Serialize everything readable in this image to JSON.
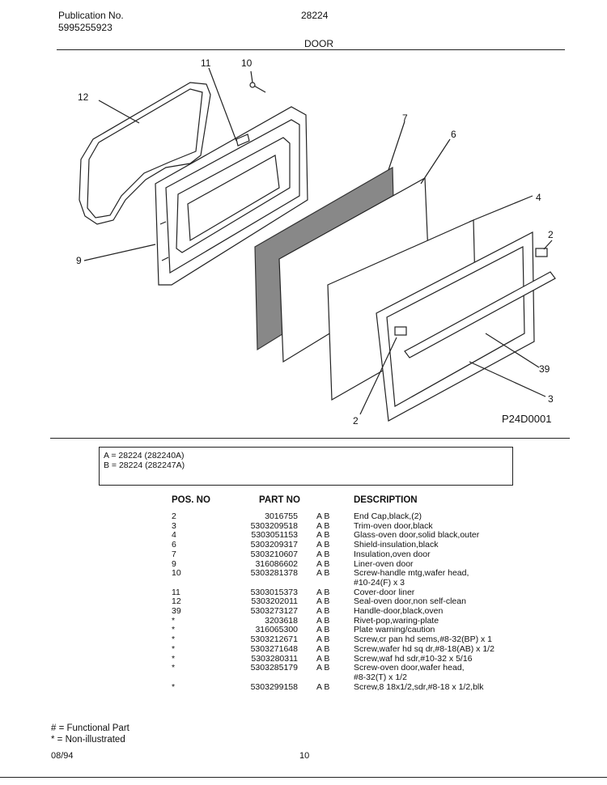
{
  "header": {
    "pub_label": "Publication No.",
    "pub_number": "5995255923",
    "model": "28224",
    "section": "DOOR"
  },
  "diagram": {
    "callouts": [
      "12",
      "11",
      "10",
      "7",
      "6",
      "4",
      "2",
      "9",
      "39",
      "3",
      "2"
    ],
    "figure_code": "P24D0001"
  },
  "model_codes": [
    "A  =  28224 (282240A)",
    "B  =  28224 (282247A)"
  ],
  "table": {
    "headers": {
      "pos": "POS. NO",
      "part": "PART NO",
      "desc": "DESCRIPTION"
    },
    "rows": [
      {
        "pos": "2",
        "part": "3016755",
        "ab": "A  B",
        "desc": "End Cap,black,(2)"
      },
      {
        "pos": "3",
        "part": "5303209518",
        "ab": "A  B",
        "desc": "Trim-oven door,black"
      },
      {
        "pos": "4",
        "part": "5303051153",
        "ab": "A  B",
        "desc": "Glass-oven door,solid black,outer"
      },
      {
        "pos": "6",
        "part": "5303209317",
        "ab": "A  B",
        "desc": "Shield-insulation,black"
      },
      {
        "pos": "7",
        "part": "5303210607",
        "ab": "A  B",
        "desc": "Insulation,oven door"
      },
      {
        "pos": "9",
        "part": "316086602",
        "ab": "A  B",
        "desc": "Liner-oven door"
      },
      {
        "pos": "10",
        "part": "5303281378",
        "ab": "A  B",
        "desc": "Screw-handle mtg,wafer head,"
      },
      {
        "pos": "",
        "part": "",
        "ab": "",
        "desc": "#10-24(F) x 3"
      },
      {
        "pos": "11",
        "part": "5303015373",
        "ab": "A  B",
        "desc": "Cover-door liner"
      },
      {
        "pos": "12",
        "part": "5303202011",
        "ab": "A  B",
        "desc": "Seal-oven door,non self-clean"
      },
      {
        "pos": "39",
        "part": "5303273127",
        "ab": "A  B",
        "desc": "Handle-door,black,oven"
      },
      {
        "pos": "*",
        "part": "3203618",
        "ab": "A  B",
        "desc": "Rivet-pop,waring-plate"
      },
      {
        "pos": "*",
        "part": "316065300",
        "ab": "A  B",
        "desc": "Plate warning/caution"
      },
      {
        "pos": "*",
        "part": "5303212671",
        "ab": "A  B",
        "desc": "Screw,cr pan hd sems,#8-32(BP) x 1"
      },
      {
        "pos": "*",
        "part": "5303271648",
        "ab": "A  B",
        "desc": "Screw,wafer hd sq dr,#8-18(AB) x 1/2"
      },
      {
        "pos": "*",
        "part": "5303280311",
        "ab": "A  B",
        "desc": "Screw,waf hd sdr,#10-32 x 5/16"
      },
      {
        "pos": "*",
        "part": "5303285179",
        "ab": "A  B",
        "desc": "Screw-oven door,wafer head,"
      },
      {
        "pos": "",
        "part": "",
        "ab": "",
        "desc": "#8-32(T) x 1/2"
      },
      {
        "pos": "*",
        "part": "5303299158",
        "ab": "A  B",
        "desc": "Screw,8 18x1/2,sdr,#8-18 x 1/2,blk"
      }
    ]
  },
  "notes": [
    "# = Functional Part",
    "* = Non-illustrated"
  ],
  "footer": {
    "date": "08/94",
    "page": "10"
  }
}
